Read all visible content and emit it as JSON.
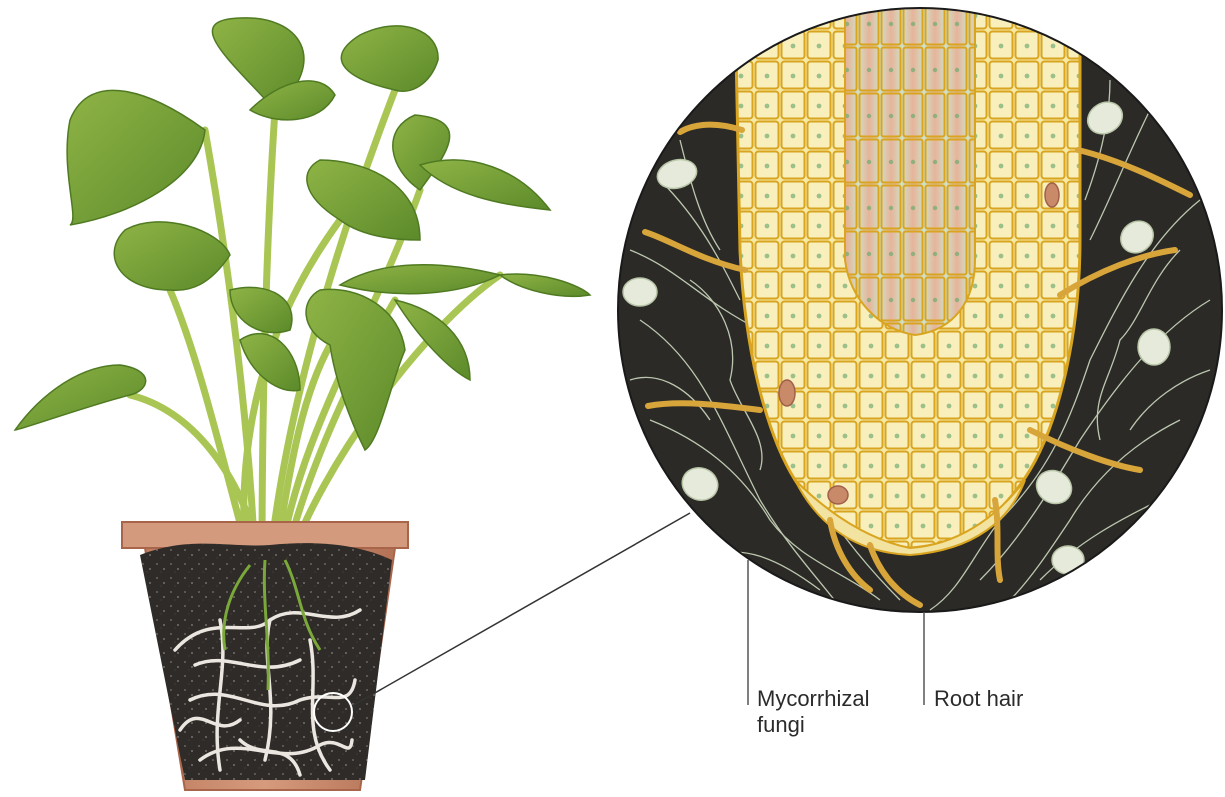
{
  "labels": {
    "mycorrhizal_line1": "Mycorrhizal",
    "mycorrhizal_line2": "fungi",
    "root_hair": "Root hair"
  },
  "colors": {
    "leaf": "#7fa83a",
    "leaf_dark": "#4f7a22",
    "stem": "#9cc24a",
    "pot": "#c98a6a",
    "soil": "#2e2b28",
    "root": "#e8e2dc",
    "circle_bg": "#2b2a26",
    "cell_fill": "#f4e6a0",
    "cell_wall": "#d9a520",
    "vascular": "#e6b39a",
    "vascular_green": "#cfe0c0",
    "root_hair": "#d8a53a",
    "fungi": "#d6e3c8",
    "spore": "#e6eadb",
    "leader_line": "#333333"
  },
  "icons": [
    "plant-in-pot",
    "root-tip-magnified-circle",
    "mycorrhizal-spore",
    "root-hair"
  ]
}
